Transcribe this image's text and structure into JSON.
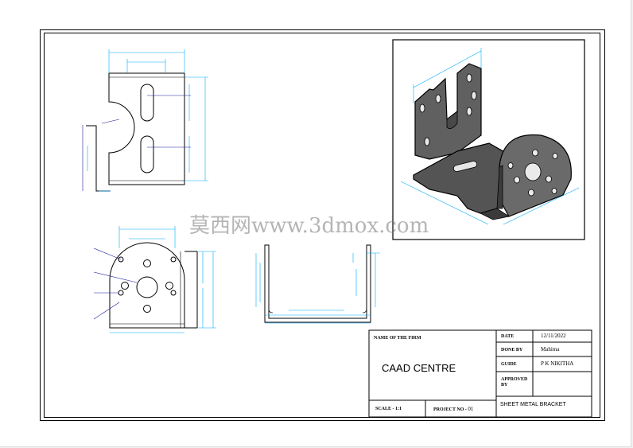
{
  "title_block": {
    "firm_label": "NAME OF THE FIRM",
    "firm_value": "CAAD CENTRE",
    "date_label": "DATE",
    "date_value": "12/11/2022",
    "done_by_label": "DONE BY",
    "done_by_value": "Mahima",
    "guide_label": "GUIDE",
    "guide_value": "P K NIKITHA",
    "approved_label": "APPROVED BY",
    "scale_label": "SCALE - 1:1",
    "project_label": "PROJECT NO - ",
    "project_value": "01",
    "drawing_title": "SHEET METAL BRACKET"
  },
  "watermark": "莫西网www.3dmox.com",
  "colors": {
    "dimension": "#00aaff",
    "leader": "#1a1a99",
    "outline": "#000000",
    "part_fill": "#555555"
  }
}
